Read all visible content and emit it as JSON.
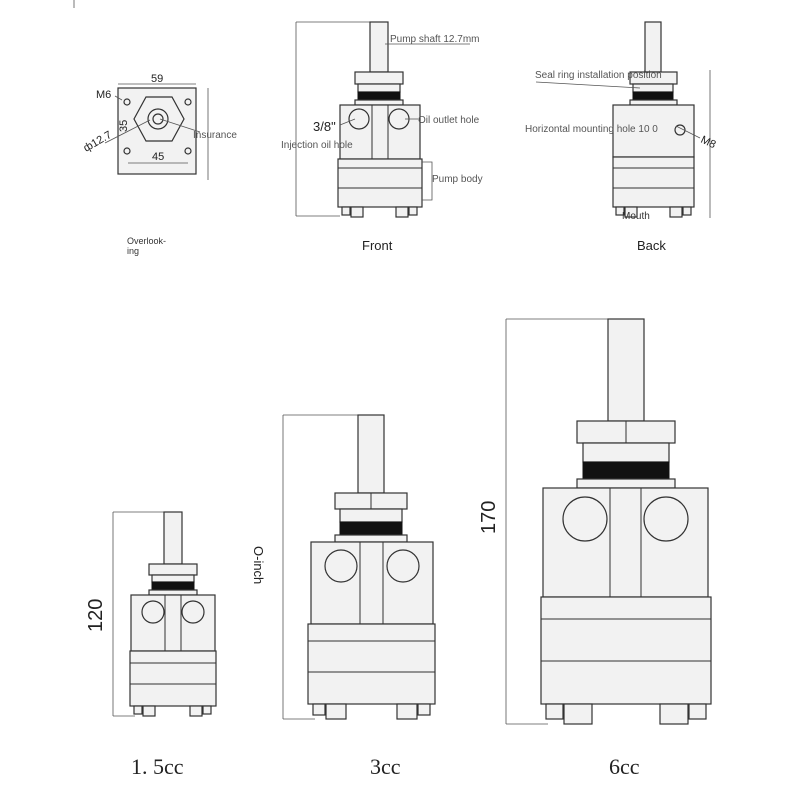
{
  "top": {
    "overlooking": {
      "label_m6": "M6",
      "dim_59": "59",
      "dim_35": "35",
      "dim_127": "ф12.7",
      "dim_45": "45",
      "insurance": "Insurance",
      "caption_line1": "Overlook-",
      "caption_line2": "ing"
    },
    "front": {
      "pump_shaft": "Pump shaft 12.7mm",
      "thread": "3/8\"",
      "oil_outlet": "Oil outlet hole",
      "injection_oil": "Injection oil hole",
      "pump_body": "Pump body",
      "caption": "Front"
    },
    "back": {
      "seal_ring": "Seal ring installation position",
      "horizontal_hole": "Horizontal mounting hole 10 0",
      "m8": "M8",
      "mouth": "Mouth",
      "caption": "Back"
    }
  },
  "bottom": {
    "pump_small": {
      "height": "120",
      "caption": "1. 5cc"
    },
    "pump_medium": {
      "height": "O-inch",
      "caption": "3cc"
    },
    "pump_large": {
      "height": "170",
      "caption": "6cc"
    }
  }
}
